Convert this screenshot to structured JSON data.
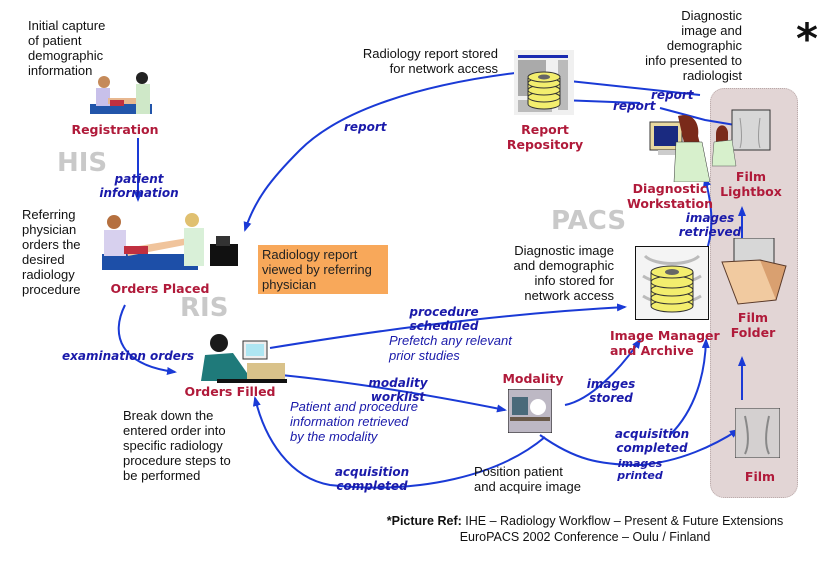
{
  "corner_mark": "*",
  "systems": {
    "his": "HIS",
    "ris": "RIS",
    "pacs": "PACS"
  },
  "nodes": {
    "registration": "Registration",
    "orders_placed": "Orders Placed",
    "orders_filled": "Orders Filled",
    "report_repository": "Report\nRepository",
    "diagnostic_workstation": "Diagnostic\nWorkstation",
    "film_lightbox": "Film\nLightbox",
    "image_manager": "Image Manager\nand Archive",
    "film_folder": "Film\nFolder",
    "modality": "Modality",
    "film": "Film"
  },
  "descriptions": {
    "registration": "Initial capture\nof patient\ndemographic\ninformation",
    "orders_placed": "Referring\nphysician\norders the\ndesired\nradiology\nprocedure",
    "report_repository": "Radiology report stored\nfor network access",
    "diagnostic_workstation": "Diagnostic\nimage and\ndemographic\ninfo presented to\nradiologist",
    "image_manager": "Diagnostic image\nand demographic\ninfo stored for\nnetwork access",
    "orders_filled": "Break down the\nentered order into\nspecific radiology\nprocedure steps to\nbe performed",
    "modality": "Position patient\nand acquire image"
  },
  "callout": "Radiology report\nviewed by  referring\nphysician",
  "flows": {
    "patient_information": "patient\ninformation",
    "report_left": "report",
    "report_top": "report",
    "report_second": "report",
    "images_retrieved": "images\nretrieved",
    "procedure_scheduled": "procedure\nscheduled",
    "examination_orders": "examination orders",
    "modality_worklist": "modality\nworklist",
    "images_stored": "images\nstored",
    "acquisition_completed_left": "acquisition\ncompleted",
    "acquisition_completed_right": "acquisition\ncompleted",
    "images_printed": "images\nprinted"
  },
  "notes": {
    "prefetch": "Prefetch any relevant\nprior studies",
    "worklist_info": "Patient and procedure\ninformation retrieved\nby the modality"
  },
  "reference": {
    "label": "*Picture Ref:",
    "line1": " IHE – Radiology Workflow – Present & Future Extensions",
    "line2": "EuroPACS 2002 Conference – Oulu / Finland"
  },
  "colors": {
    "node_label": "#b01a3a",
    "flow": "#1a1aaa",
    "panel": "#e2d5d5",
    "callout": "#f8a85a",
    "system": "#c9c9c9"
  }
}
